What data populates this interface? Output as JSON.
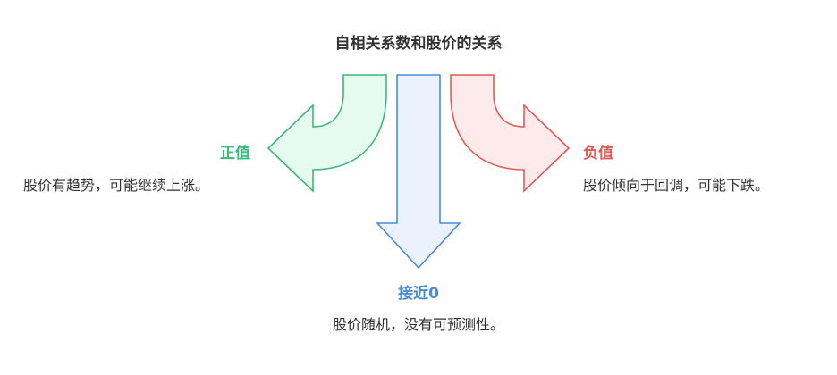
{
  "title": "自相关系数和股价的关系",
  "branches": {
    "positive": {
      "label": "正值",
      "description": "股价有趋势，可能继续上涨。",
      "color": "#3cb878",
      "fill": "#e6fbef"
    },
    "zero": {
      "label": "接近0",
      "description": "股价随机，没有可预测性。",
      "color": "#4a8bd8",
      "fill": "#ecf2fd"
    },
    "negative": {
      "label": "负值",
      "description": "股价倾向于回调，可能下跌。",
      "color": "#e05a55",
      "fill": "#fdeaea"
    }
  }
}
